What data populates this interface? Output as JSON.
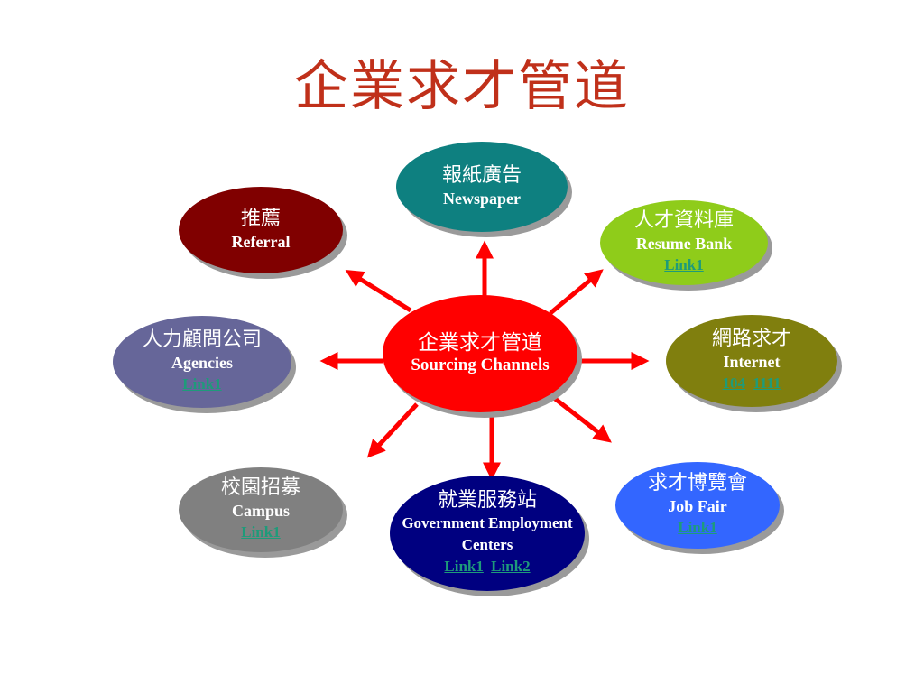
{
  "title": "企業求才管道",
  "center": {
    "cn": "企業求才管道",
    "en": "Sourcing Channels",
    "color": "#ff0000"
  },
  "nodes": {
    "newspaper": {
      "cn": "報紙廣告",
      "en": "Newspaper",
      "color": "#0e8080"
    },
    "resume_bank": {
      "cn": "人才資料庫",
      "en": "Resume Bank",
      "color": "#8fcc1a",
      "links": [
        "Link1"
      ]
    },
    "internet": {
      "cn": "網路求才",
      "en": "Internet",
      "color": "#807f0e",
      "links": [
        "104",
        "1111"
      ]
    },
    "job_fair": {
      "cn": "求才博覽會",
      "en": "Job Fair",
      "color": "#3366ff",
      "links": [
        "Link1"
      ]
    },
    "government": {
      "cn": "就業服務站",
      "en": "Government Employment",
      "en2": "Centers",
      "color": "#000080",
      "links": [
        "Link1",
        "Link2"
      ]
    },
    "campus": {
      "cn": "校園招募",
      "en": "Campus",
      "color": "#808080",
      "links": [
        "Link1"
      ]
    },
    "agencies": {
      "cn": "人力顧問公司",
      "en": "Agencies",
      "color": "#666699",
      "links": [
        "Link1"
      ]
    },
    "referral": {
      "cn": "推薦",
      "en": "Referral",
      "color": "#800000"
    }
  },
  "arrow_color": "#ff0000"
}
